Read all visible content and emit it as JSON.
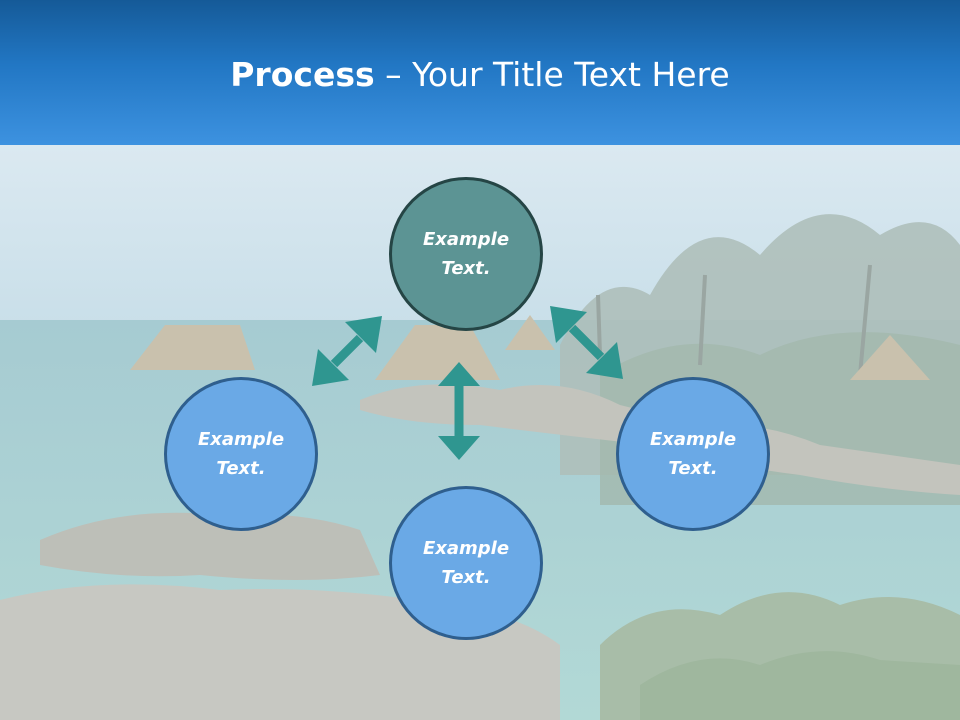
{
  "title": {
    "bold": "Process",
    "separator": " – ",
    "rest": "Your Title Text Here"
  },
  "nodes": {
    "top": {
      "label": "Example Text."
    },
    "left": {
      "label": "Example Text."
    },
    "right": {
      "label": "Example Text."
    },
    "bottom": {
      "label": "Example Text."
    }
  },
  "colors": {
    "header_dark": "#155a98",
    "header_light": "#3d92e0",
    "center_fill": "#5c9494",
    "center_border": "#254545",
    "node_fill": "#6aa9e6",
    "node_border": "#2f5f8e",
    "arrow": "#2f9690"
  }
}
